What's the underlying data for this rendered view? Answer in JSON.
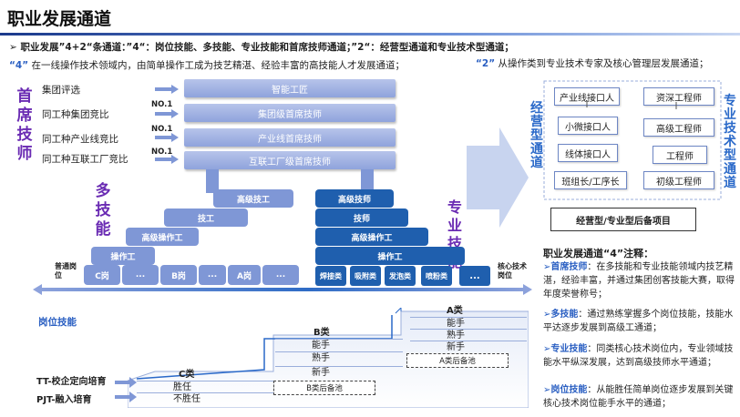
{
  "header": {
    "title": "职业发展通道",
    "line1": "➢ 职业发展”4+2“条通道：”4“：岗位技能、多技能、专业技能和首席技师通道；”2“：经营型通道和专业技术型通道；",
    "line2_q": "“4”",
    "line2": "在一线操作技术领域内，由简单操作工成为技艺精湛、经验丰富的高技能人才发展通道；",
    "line2b_q": "“2”",
    "line2b": "从操作类到专业技术专家及核心管理层发展通道；"
  },
  "chief": {
    "vertical_title": "首席技师",
    "labels": [
      "集团评选",
      "同工种集团竞比",
      "同工种产业线竞比",
      "同工种互联工厂竞比"
    ],
    "no1": [
      "NO.1",
      "NO.1",
      "NO.1"
    ],
    "bars": [
      "智能工匠",
      "集团级首席技师",
      "产业线首席技师",
      "互联工厂级首席技师"
    ]
  },
  "multi": {
    "vertical_title": "多技能",
    "steps": [
      "高级技工",
      "技工",
      "高级操作工",
      "操作工"
    ],
    "slots": [
      "C岗",
      "...",
      "B岗",
      "...",
      "A岗",
      "..."
    ],
    "base_label": "普通岗位"
  },
  "pro": {
    "vertical_title": "专业技能",
    "steps": [
      "高级技师",
      "技师",
      "高级操作工",
      "操作工"
    ],
    "slots": [
      "焊接类",
      "吸附类",
      "发泡类",
      "喷粉类",
      "..."
    ],
    "base_label": "核心技术岗位"
  },
  "mgmt": {
    "left_title": "经营型通道",
    "right_title": "专业技术型通道",
    "left_boxes": [
      "产业线接口人",
      "小微接口人",
      "线体接口人",
      "班组长/工序长"
    ],
    "right_boxes": [
      "资深工程师",
      "高级工程师",
      "工程师",
      "初级工程师"
    ],
    "reserve": "经营型/专业型后备项目"
  },
  "notes": {
    "title": "职业发展通道“4”注释：",
    "items": [
      {
        "head": "➢首席技师",
        "text": "：在多技能和专业技能领域内技艺精湛，经验丰富，并通过集团创客技能大赛，取得年度荣誉称号；"
      },
      {
        "head": "➢多技能",
        "text": "：通过熟练掌握多个岗位技能，技能水平达逐步发展到高级工通道；"
      },
      {
        "head": "➢专业技能",
        "text": "：同类核心技术岗位内，专业领域技能水平纵深发展，达到高级技师水平通道；"
      },
      {
        "head": "➢岗位技能",
        "text": "：从能胜任简单岗位逐步发展到关键核心技术岗位能手水平的通道；"
      }
    ]
  },
  "post": {
    "title": "岗位技能",
    "c_label": "C类",
    "b_label": "B类",
    "a_label": "A类",
    "c_rows": [
      "胜任",
      "不胜任"
    ],
    "b_rows": [
      "能手",
      "熟手",
      "新手"
    ],
    "a_rows": [
      "能手",
      "熟手",
      "新手"
    ],
    "b_reserve": "B类后备池",
    "a_reserve": "A类后备池",
    "tt": "TT-校企定向培育",
    "pjt": "PJT-融入培育"
  }
}
